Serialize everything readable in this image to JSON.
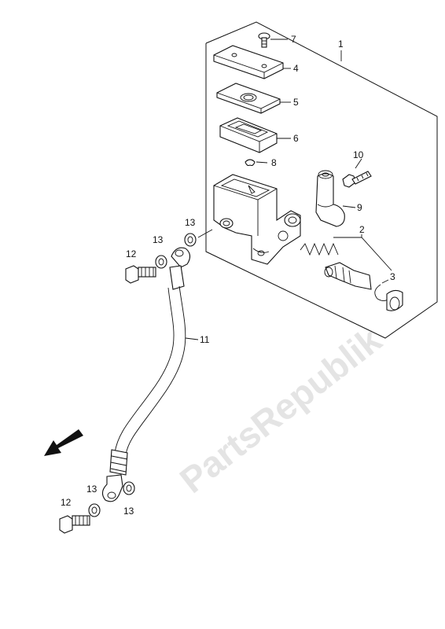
{
  "diagram": {
    "watermark": "PartsRepublik",
    "callouts": {
      "c1": "1",
      "c2": "2",
      "c3": "3",
      "c4": "4",
      "c5": "5",
      "c6": "6",
      "c7": "7",
      "c8": "8",
      "c9": "9",
      "c10": "10",
      "c11": "11",
      "c12a": "12",
      "c12b": "12",
      "c13a": "13",
      "c13b": "13",
      "c13c": "13",
      "c13d": "13"
    },
    "direction_arrow": "front-arrow-icon"
  }
}
